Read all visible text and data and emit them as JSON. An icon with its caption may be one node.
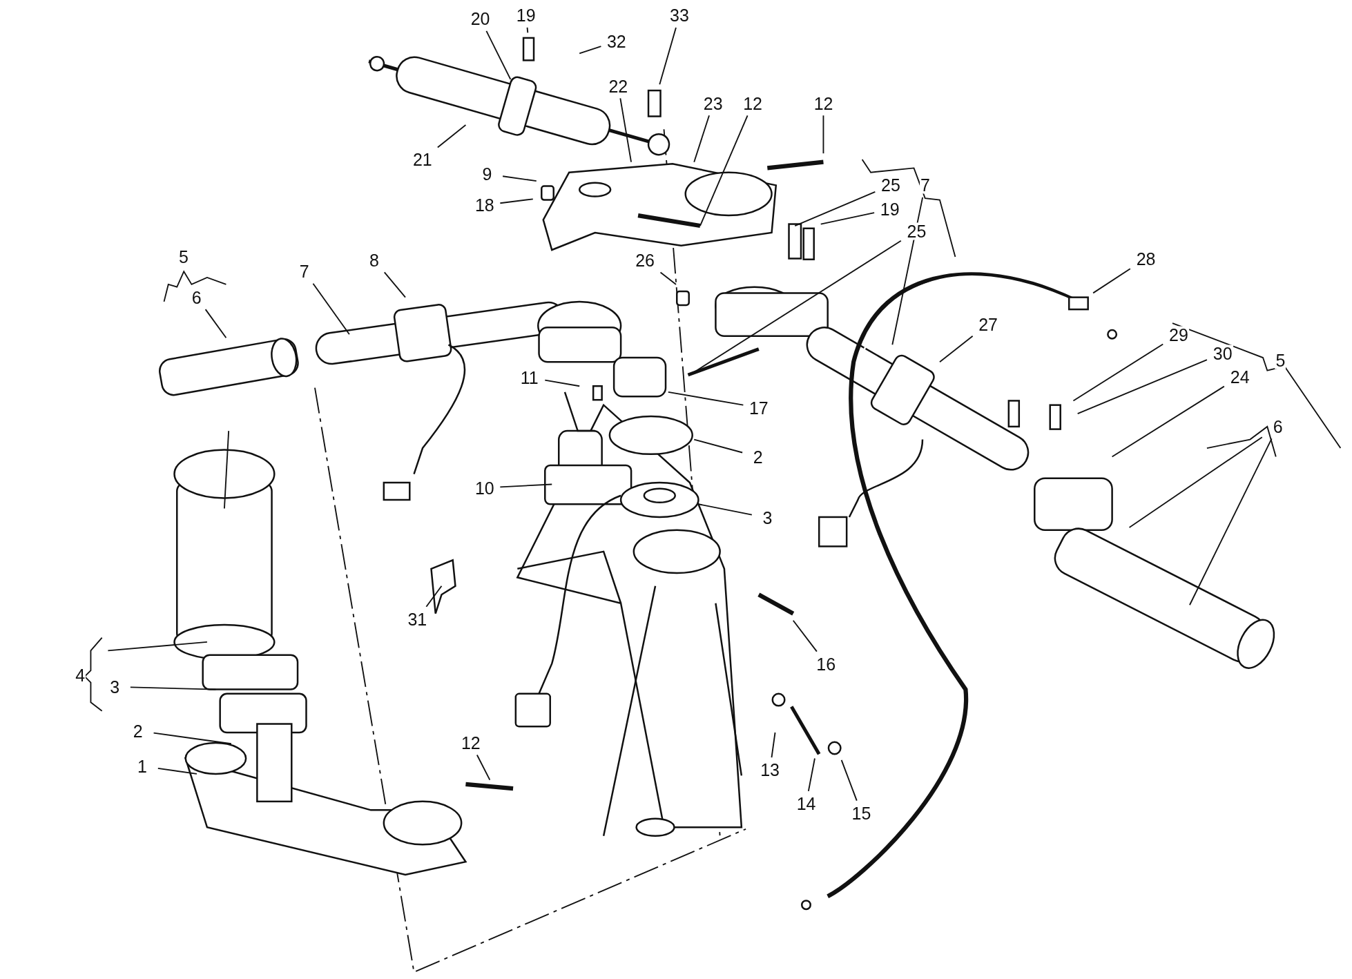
{
  "diagram": {
    "nodes": [
      {
        "text": [
          "33"
        ]
      },
      {
        "text": [
          "19"
        ]
      },
      {
        "text": [
          "20"
        ]
      },
      {
        "text": [
          "32"
        ]
      },
      {
        "text": [
          "22"
        ]
      },
      {
        "text": [
          "12"
        ]
      },
      {
        "text": [
          "12"
        ]
      },
      {
        "text": [
          "23"
        ]
      },
      {
        "text": [
          "21"
        ]
      },
      {
        "text": [
          "9"
        ]
      },
      {
        "text": [
          "25"
        ]
      },
      {
        "text": [
          "7"
        ]
      },
      {
        "text": [
          "18"
        ]
      },
      {
        "text": [
          "19"
        ]
      },
      {
        "text": [
          "25"
        ]
      },
      {
        "text": [
          "5"
        ]
      },
      {
        "text": [
          "28"
        ]
      },
      {
        "text": [
          "26"
        ]
      },
      {
        "text": [
          "8"
        ]
      },
      {
        "text": [
          "7"
        ]
      },
      {
        "text": [
          "6"
        ]
      },
      {
        "text": [
          "27"
        ]
      },
      {
        "text": [
          "29"
        ]
      },
      {
        "text": [
          "30"
        ]
      },
      {
        "text": [
          "5"
        ]
      },
      {
        "text": [
          "24"
        ]
      },
      {
        "text": [
          "11"
        ]
      },
      {
        "text": [
          "17"
        ]
      },
      {
        "text": [
          "6"
        ]
      },
      {
        "text": [
          "2"
        ]
      },
      {
        "text": [
          "10"
        ]
      },
      {
        "text": [
          "3"
        ]
      },
      {
        "text": [
          "31"
        ]
      },
      {
        "text": [
          "16"
        ]
      },
      {
        "text": [
          "4"
        ]
      },
      {
        "text": [
          "3"
        ]
      },
      {
        "text": [
          "2"
        ]
      },
      {
        "text": [
          "12"
        ]
      },
      {
        "text": [
          "1"
        ]
      },
      {
        "text": [
          "13"
        ]
      },
      {
        "text": [
          "14"
        ]
      },
      {
        "text": [
          "15"
        ]
      }
    ],
    "edges": [
      {
        "from": 0,
        "to": null,
        "arrow": "none"
      },
      {
        "from": 1,
        "to": null,
        "arrow": "none"
      },
      {
        "from": 2,
        "to": null,
        "arrow": "none"
      },
      {
        "from": 3,
        "to": null,
        "arrow": "none"
      },
      {
        "from": 4,
        "to": null,
        "arrow": "none"
      },
      {
        "from": 5,
        "to": null,
        "arrow": "none"
      },
      {
        "from": 6,
        "to": null,
        "arrow": "none"
      },
      {
        "from": 7,
        "to": null,
        "arrow": "none"
      },
      {
        "from": 8,
        "to": null,
        "arrow": "none"
      },
      {
        "from": 9,
        "to": null,
        "arrow": "none"
      },
      {
        "from": 10,
        "to": null,
        "arrow": "none"
      },
      {
        "from": 11,
        "to": null,
        "arrow": "none"
      },
      {
        "from": 12,
        "to": null,
        "arrow": "none"
      },
      {
        "from": 13,
        "to": null,
        "arrow": "none"
      },
      {
        "from": 14,
        "to": null,
        "arrow": "none"
      },
      {
        "from": 16,
        "to": null,
        "arrow": "none"
      },
      {
        "from": 17,
        "to": null,
        "arrow": "none"
      },
      {
        "from": 18,
        "to": null,
        "arrow": "none"
      },
      {
        "from": 19,
        "to": null,
        "arrow": "none"
      },
      {
        "from": 20,
        "to": null,
        "arrow": "none"
      },
      {
        "from": 21,
        "to": null,
        "arrow": "none"
      },
      {
        "from": 22,
        "to": null,
        "arrow": "none"
      },
      {
        "from": 23,
        "to": null,
        "arrow": "none"
      },
      {
        "from": 25,
        "to": null,
        "arrow": "none"
      },
      {
        "from": 26,
        "to": null,
        "arrow": "none"
      },
      {
        "from": 27,
        "to": null,
        "arrow": "none"
      },
      {
        "from": 28,
        "to": null,
        "arrow": "none"
      },
      {
        "from": 28,
        "to": null,
        "arrow": "none"
      },
      {
        "from": 29,
        "to": null,
        "arrow": "none"
      },
      {
        "from": 30,
        "to": null,
        "arrow": "none"
      },
      {
        "from": 31,
        "to": null,
        "arrow": "none"
      },
      {
        "from": 32,
        "to": null,
        "arrow": "none"
      },
      {
        "from": 33,
        "to": null,
        "arrow": "none"
      },
      {
        "from": 35,
        "to": null,
        "arrow": "none"
      },
      {
        "from": 36,
        "to": null,
        "arrow": "none"
      },
      {
        "from": 37,
        "to": null,
        "arrow": "none"
      },
      {
        "from": 38,
        "to": null,
        "arrow": "none"
      },
      {
        "from": 39,
        "to": null,
        "arrow": "none"
      },
      {
        "from": 40,
        "to": null,
        "arrow": "none"
      },
      {
        "from": 41,
        "to": null,
        "arrow": "none"
      }
    ]
  }
}
